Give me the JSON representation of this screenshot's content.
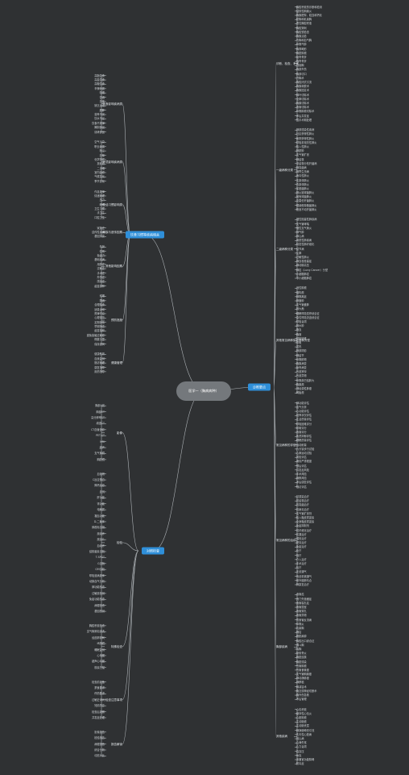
{
  "root": "医学一（胸病病种）",
  "branches": [
    {
      "key": "diagnosis",
      "label": "诊断要点",
      "groups": [
        {
          "label": "诊断、检查、手术",
          "leaves": [
            "胸腔积液的诊断和检测",
            "结核性胸膜炎",
            "胸膜肥厚、粘连和钙化",
            "脓胸和乳糜胸",
            "恶性胸腔积液",
            "胸腔穿刺",
            "胸腔镜检查",
            "胸膜活检",
            "气胸和血气胸",
            "纵隔气肿",
            "胸廓畸形",
            "胸壁肿瘤",
            "肋骨骨折",
            "胸骨骨折",
            "连枷胸",
            "胸部外伤",
            "胸部切口",
            "开胸术",
            "胸腔闭式引流",
            "胸膜剥脱术",
            "胸膜固定术",
            "肺叶切除术",
            "全肺切除术",
            "胸腺切除术",
            "食管切除术",
            "纵隔肿瘤切除术",
            "术后并发症",
            "围手术期处理"
          ]
        },
        {
          "label": "一级病种分类",
          "leaves": [
            "肺部感染性疾病",
            "社区获得性肺炎",
            "医院获得性肺炎",
            "呼吸机相关性肺炎",
            "吸入性肺炎",
            "肺脓肿",
            "支气管扩张",
            "肺结核",
            "非结核分枝杆菌病",
            "肺真菌病",
            "肺寄生虫病",
            "病毒性肺炎",
            "支原体肺炎",
            "衣原体肺炎",
            "军团菌肺炎",
            "肺炎链球菌肺炎",
            "葡萄球菌肺炎",
            "克雷伯杆菌肺炎",
            "铜绿假单胞菌肺炎",
            "鲍曼不动杆菌肺炎"
          ]
        },
        {
          "label": "二级病种分类",
          "leaves": [
            "慢性阻塞性肺疾病",
            "支气管哮喘",
            "慢性支气管炎",
            "肺气肿",
            "肺心病",
            "间质性肺疾病",
            "特发性肺纤维化",
            "结节病",
            "尘肺",
            "过敏性肺炎",
            "肺血栓栓塞症",
            "肺动脉高压",
            "肺癌（Lung Cancer）分型",
            "小细胞肺癌",
            "非小细胞肺癌"
          ]
        },
        {
          "label": "其他常见病种的诊断和分型",
          "leaves": [
            "良性肿瘤",
            "错构瘤",
            "肺隔离症",
            "肺囊肿",
            "支气管囊肿",
            "肺大疱",
            "睡眠呼吸暂停综合征",
            "急性呼吸窘迫综合征",
            "呼吸衰竭",
            "肺水肿",
            "咯血",
            "胸痛",
            "呼吸困难",
            "咳嗽",
            "发热",
            "肺部阴影",
            "肺结节",
            "纵隔肿物",
            "胸膜病变",
            "肋骨病变",
            "气道狭窄",
            "气道异物",
            "纵隔淋巴结肿大",
            "胸腺瘤",
            "神经源性肿瘤",
            "畸胎瘤"
          ]
        },
        {
          "label": "常见病种的评估",
          "leaves": [
            "肺功能评估",
            "血气分析",
            "心功能评估",
            "营养状况评估",
            "生活质量评估",
            "呼吸困难评分",
            "咳嗽评分",
            "疼痛评分",
            "焦虑抑郁评估",
            "睡眠质量评估",
            "运动耐量",
            "六分钟步行试验",
            "心肺运动试验",
            "风险评估",
            "病情严重程度",
            "预后评估",
            "并发症风险",
            "手术风险",
            "麻醉风险",
            "术后康复评估",
            "随访评估"
          ]
        },
        {
          "label": "常见病种的治疗",
          "leaves": [
            "抗感染治疗",
            "抗结核治疗",
            "抗真菌治疗",
            "抗病毒治疗",
            "支气管扩张剂",
            "吸入糖皮质激素",
            "全身糖皮质激素",
            "免疫抑制剂",
            "抗纤维化治疗",
            "抗凝治疗",
            "溶栓治疗",
            "靶向治疗",
            "免疫治疗",
            "化疗",
            "放疗",
            "介入治疗",
            "手术治疗",
            "氧疗",
            "无创通气",
            "有创机械通气",
            "体外膜肺氧合",
            "肺康复治疗"
          ]
        },
        {
          "label": "胸部疾病",
          "leaves": [
            "食管癌",
            "贲门失弛缓症",
            "食管裂孔疝",
            "食管憩室",
            "食管穿孔",
            "食管异物",
            "胃食管反流病",
            "纵隔炎",
            "乳糜胸",
            "膈疝",
            "膈肌麻痹",
            "胸腔出口综合征",
            "漏斗胸",
            "鸡胸",
            "肋软骨炎",
            "胸壁结核",
            "胸壁感染",
            "气管肿瘤",
            "气管食管瘘",
            "支气管胸膜瘘",
            "肺动静脉瘘",
            "肺移植",
            "肺减容术",
            "胸交感神经切断术",
            "胸外伤急救",
            "术后管理"
          ]
        },
        {
          "label": "其他疾病",
          "leaves": [
            "心包积液",
            "缩窄性心包炎",
            "心脏肿瘤",
            "主动脉瘤",
            "主动脉夹层",
            "肺静脉畸形引流",
            "先天性心脏病",
            "冠心病",
            "心律失常",
            "心力衰竭",
            "高血压",
            "休克",
            "多器官功能障碍",
            "脓毒症"
          ]
        }
      ]
    },
    {
      "key": "lifestyle",
      "label": "饮食习惯等疾病相关",
      "groups": [
        {
          "label": "饮食影响疾病类",
          "leaves": [
            "高脂饮食",
            "高盐饮食",
            "高糖饮食",
            "辛辣刺激",
            "吸烟",
            "饮酒",
            "熬夜",
            "缺乏运动",
            "肥胖",
            "营养不良",
            "饮水不足",
            "饮食不规律",
            "腌制食品",
            "烧烤食品"
          ]
        },
        {
          "label": "环境影响疾病类",
          "leaves": [
            "空气污染",
            "职业暴露",
            "粉尘",
            "石棉",
            "化学物质",
            "放射线",
            "二手烟",
            "室内装修",
            "气候变化",
            "季节变化"
          ]
        },
        {
          "label": "生活习惯影响类",
          "leaves": [
            "作息规律",
            "情绪管理",
            "压力",
            "睡眠",
            "卫生习惯",
            "手卫生",
            "口腔卫生"
          ]
        },
        {
          "label": "家族与遗传因素",
          "leaves": [
            "家族史",
            "遗传性疾病",
            "基因突变"
          ]
        },
        {
          "label": "其他影响因素",
          "leaves": [
            "年龄",
            "性别",
            "免疫力",
            "基础疾病",
            "用药史",
            "过敏史",
            "手术史",
            "外伤史",
            "感染史",
            "疫苗接种"
          ]
        },
        {
          "label": "预防措施",
          "leaves": [
            "戒烟",
            "限酒",
            "合理膳食",
            "适量运动",
            "规律作息",
            "心理调节",
            "定期体检",
            "早期筛查",
            "疫苗接种",
            "避免接触过敏原",
            "佩戴口罩",
            "保持通风"
          ]
        },
        {
          "label": "健康管理",
          "leaves": [
            "健康教育",
            "自我监测",
            "随访管理",
            "康复指导",
            "用药指导"
          ]
        }
      ]
    },
    {
      "key": "control",
      "label": "对照检查",
      "groups": [
        {
          "label": "影像",
          "leaves": [
            "胸部X线",
            "胸部CT",
            "高分辨率CT",
            "增强CT",
            "CT血管造影",
            "PET-CT",
            "MRI",
            "超声",
            "支气管镜",
            "胸腔镜"
          ]
        },
        {
          "label": "检验",
          "leaves": [
            "血常规",
            "C反应蛋白",
            "降钙素原",
            "血沉",
            "肝功能",
            "肾功能",
            "电解质",
            "凝血功能",
            "D-二聚体",
            "肿瘤标志物",
            "痰培养",
            "痰涂片",
            "血培养",
            "结核菌素试验",
            "T-SPOT",
            "G试验",
            "GM试验",
            "呼吸道病原体",
            "动脉血气分析",
            "肺功能检查",
            "过敏原检测",
            "免疫功能检查",
            "病理检查",
            "基因检测"
          ]
        },
        {
          "label": "特殊检查",
          "leaves": [
            "胸腔积液检查",
            "支气管肺泡灌洗",
            "经皮肺穿刺",
            "纵隔镜",
            "睡眠监测",
            "心电图",
            "超声心动图",
            "核素扫描"
          ]
        },
        {
          "label": "检查注意事项",
          "leaves": [
            "检查前准备",
            "禁食要求",
            "停药要求",
            "过敏史询问",
            "知情同意",
            "检查后观察",
            "并发症处理"
          ]
        },
        {
          "label": "报告解读",
          "leaves": [
            "影像报告",
            "检验报告",
            "病理报告",
            "综合分析",
            "动态对比"
          ]
        }
      ]
    }
  ]
}
